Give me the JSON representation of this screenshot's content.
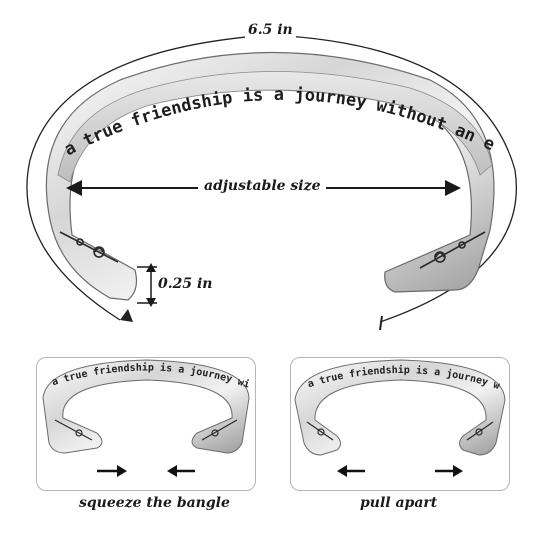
{
  "main": {
    "engraving": "a true friendship is a journey without an end",
    "circumference_label": "6.5 in",
    "adjustable_label": "adjustable size",
    "width_label": "0.25 in"
  },
  "panels": {
    "left": {
      "caption": "squeeze the bangle",
      "engraving": "a true friendship is a journey without an end"
    },
    "right": {
      "caption": "pull apart",
      "engraving": "a true friendship is a journey without an end"
    }
  },
  "colors": {
    "steel_light": "#f4f4f4",
    "steel_mid": "#c9c9c9",
    "steel_dark": "#7a7a7a",
    "ink": "#1a1a1a",
    "panel_border": "#b5b5b5"
  }
}
